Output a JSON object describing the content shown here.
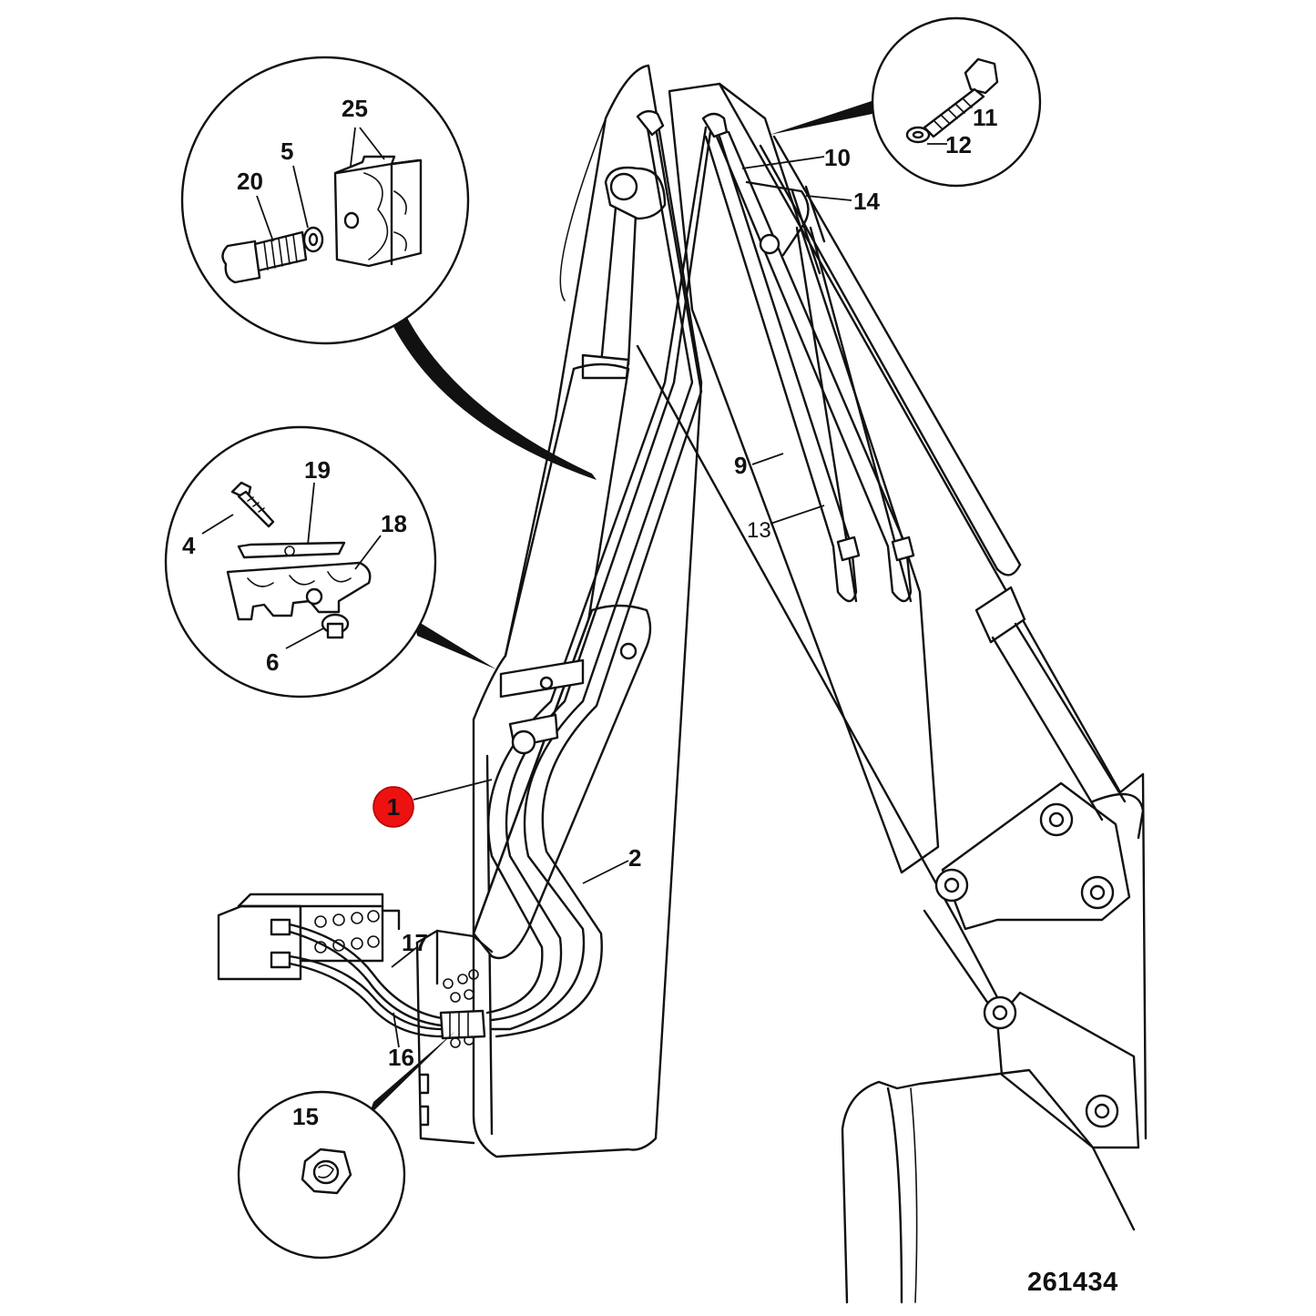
{
  "drawing_number": "261434",
  "highlighted_callout": "1",
  "callouts": {
    "c1": "1",
    "c2": "2",
    "c4": "4",
    "c5": "5",
    "c6": "6",
    "c9": "9",
    "c10": "10",
    "c11": "11",
    "c12": "12",
    "c13": "13",
    "c14": "14",
    "c15": "15",
    "c16": "16",
    "c17": "17",
    "c18": "18",
    "c19": "19",
    "c20": "20",
    "c25": "25"
  },
  "colors": {
    "highlight": "#ee1111",
    "line": "#111111",
    "background": "#ffffff"
  }
}
